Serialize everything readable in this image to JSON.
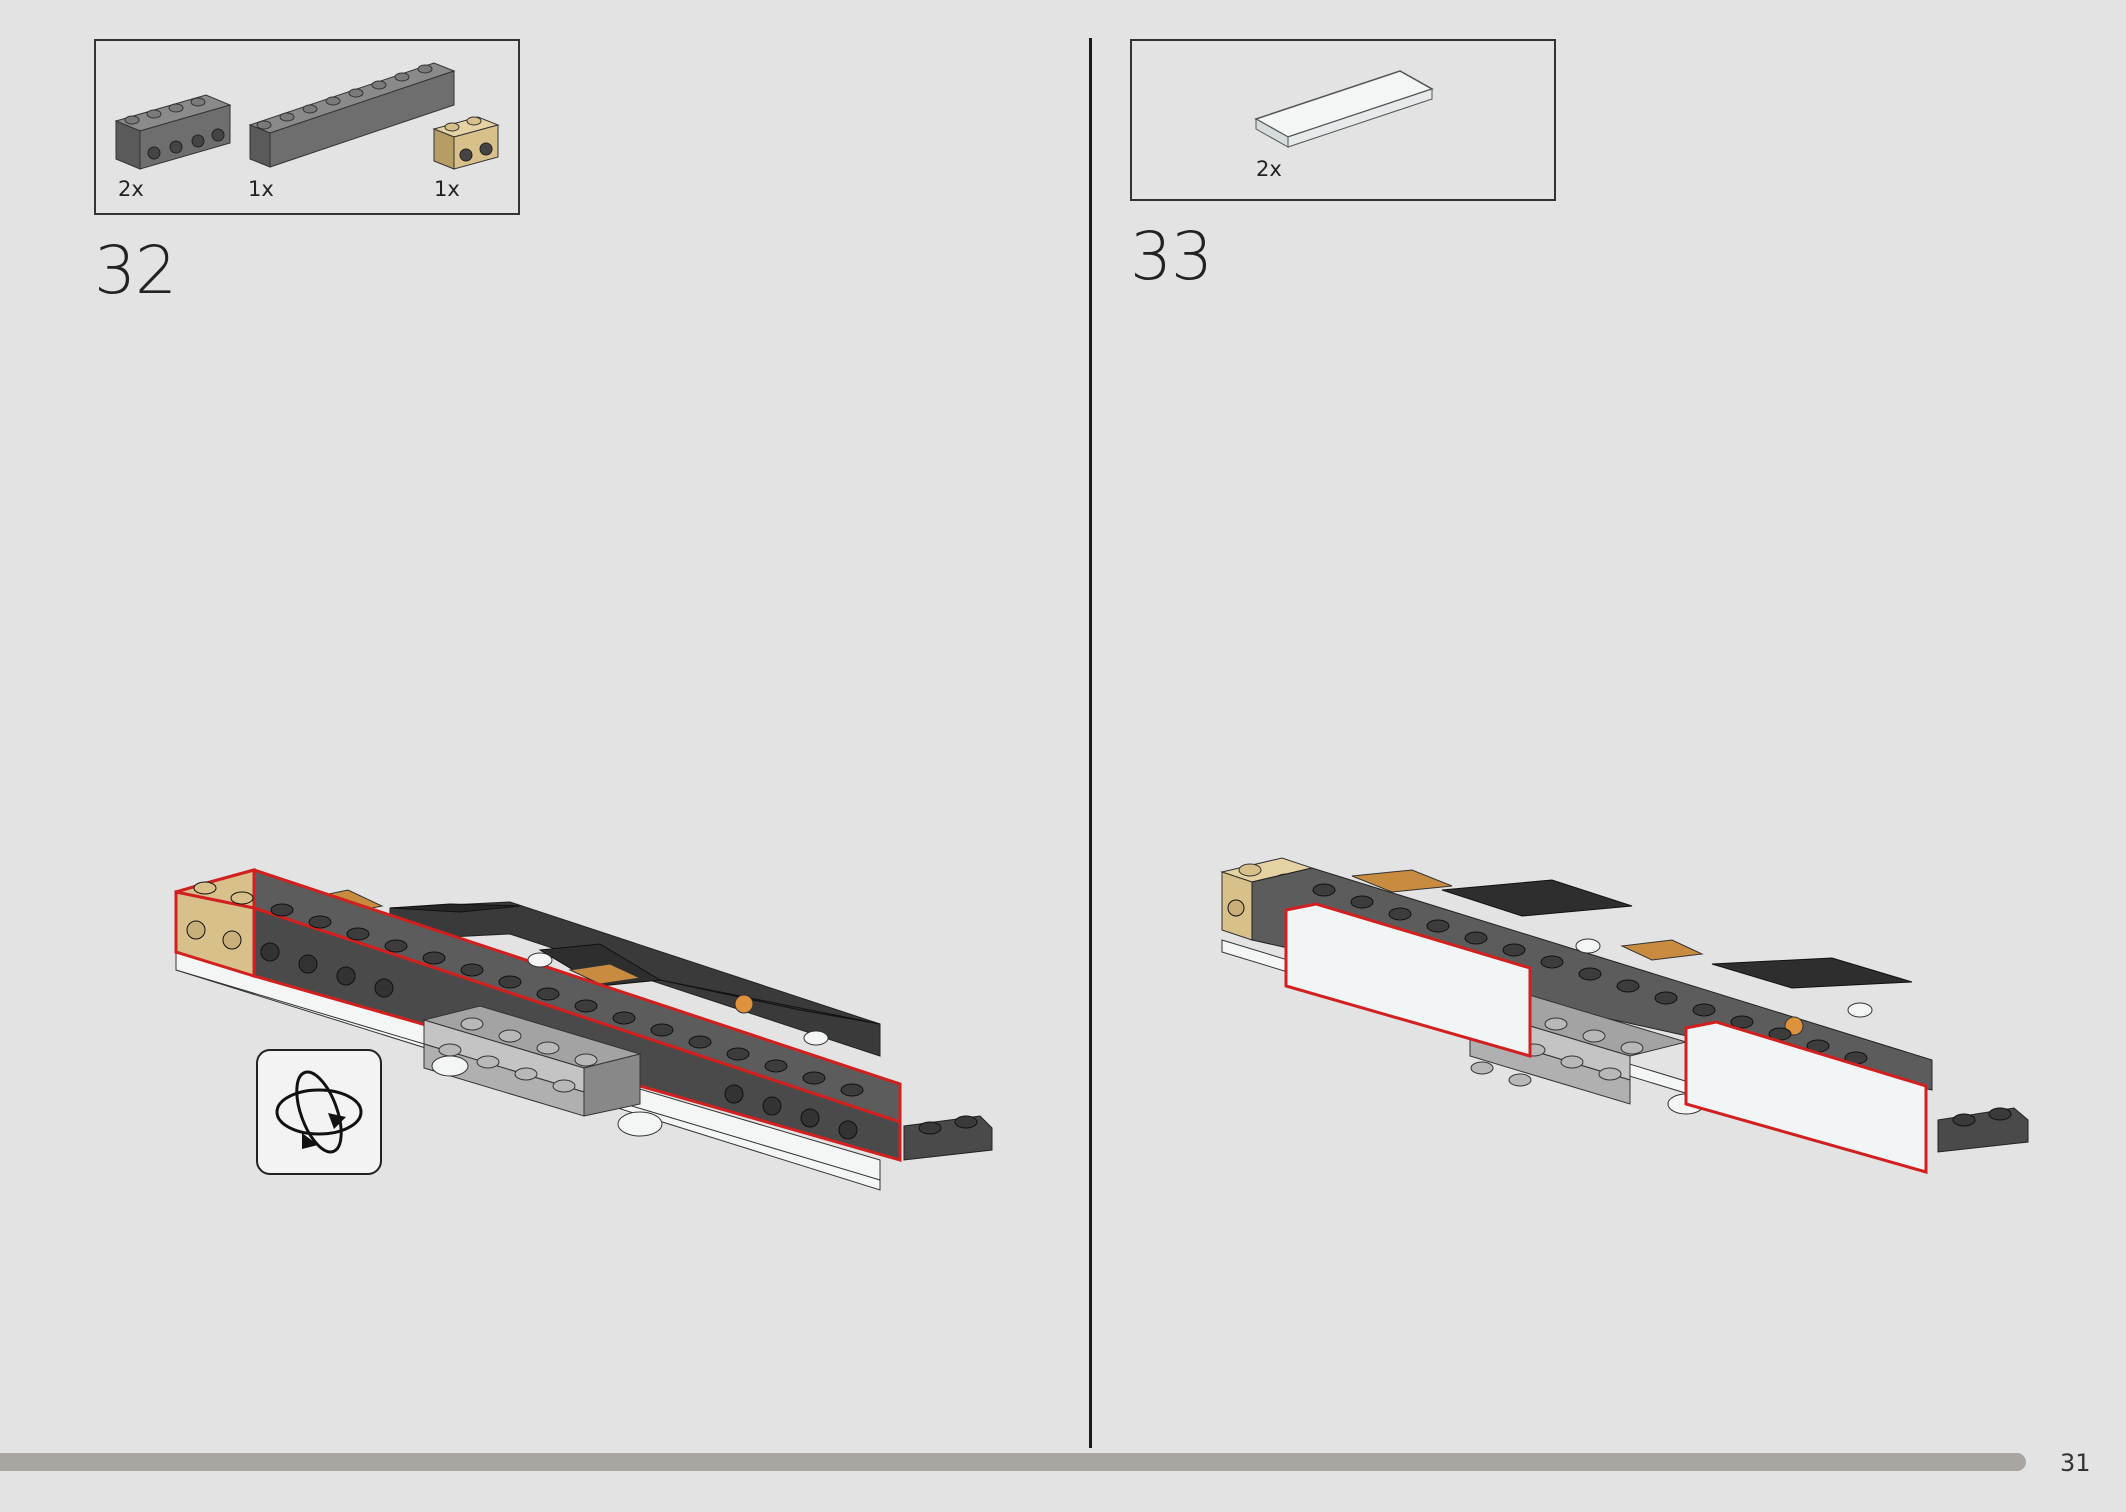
{
  "step_left": {
    "number": "32",
    "parts": [
      {
        "qty": "2x",
        "part": "1x4 brick with side studs",
        "color": "#6e6e6e"
      },
      {
        "qty": "1x",
        "part": "1x8 brick",
        "color": "#6e6e6e"
      },
      {
        "qty": "1x",
        "part": "1x2 brick with side studs",
        "color": "#d8c08a"
      }
    ],
    "icon": "rotate-model-icon"
  },
  "step_right": {
    "number": "33",
    "parts": [
      {
        "qty": "2x",
        "part": "1x6 white tile",
        "color": "#f2f4f4"
      }
    ]
  },
  "footer": {
    "page_number": "31"
  },
  "colors": {
    "background": "#e3e3e3",
    "highlight": "#d21f1f",
    "dark_gray": "#4a4a4a",
    "light_gray": "#a3a3a3",
    "tan": "#d8c08a",
    "white": "#f4f6f6",
    "progress": "#a9a6a2"
  }
}
